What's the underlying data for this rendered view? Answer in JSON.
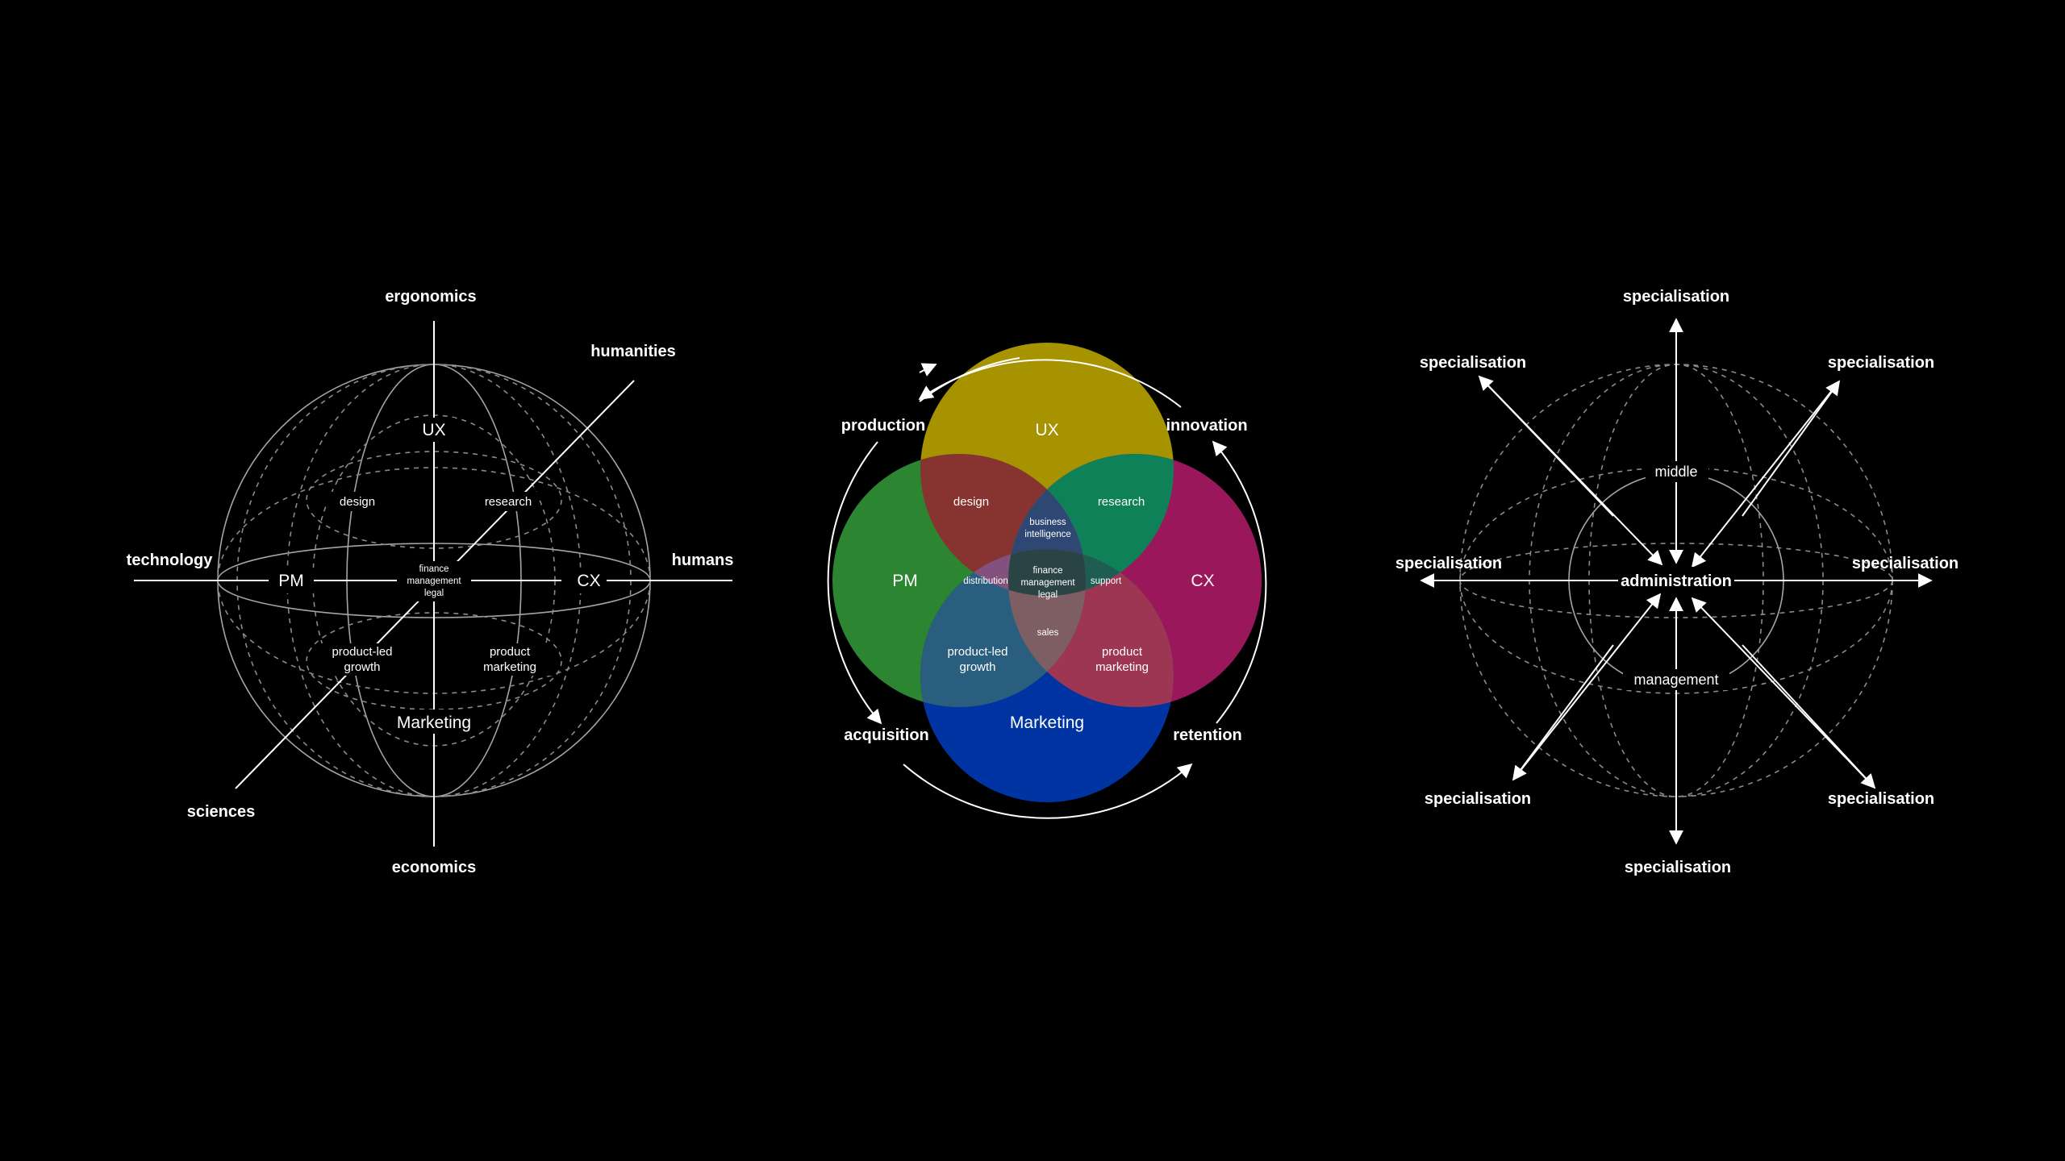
{
  "sphere": {
    "axes": {
      "top": "ergonomics",
      "bottom": "economics",
      "left": "technology",
      "right": "humans",
      "diag_top_right": "humanities",
      "diag_bottom_left": "sciences"
    },
    "regions": {
      "ux": "UX",
      "pm": "PM",
      "cx": "CX",
      "marketing": "Marketing",
      "design": "design",
      "research": "research",
      "plg_1": "product-led",
      "plg_2": "growth",
      "pmk_1": "product",
      "pmk_2": "marketing",
      "core_1": "finance",
      "core_2": "management",
      "core_3": "legal"
    }
  },
  "venn": {
    "circles": {
      "ux": "UX",
      "pm": "PM",
      "cx": "CX",
      "marketing": "Marketing"
    },
    "colors": {
      "ux": "#a79200",
      "pm": "#2c8531",
      "cx": "#9b175b",
      "marketing": "#0034a3"
    },
    "overlaps": {
      "design": "design",
      "research": "research",
      "plg_1": "product-led",
      "plg_2": "growth",
      "pmk_1": "product",
      "pmk_2": "marketing",
      "bi_1": "business",
      "bi_2": "intelligence",
      "distribution": "distribution",
      "support": "support",
      "sales": "sales",
      "core_1": "finance",
      "core_2": "management",
      "core_3": "legal"
    },
    "cycle": {
      "top_left": "production",
      "top_right": "innovation",
      "bottom_left": "acquisition",
      "bottom_right": "retention"
    }
  },
  "org": {
    "center": "administration",
    "middle": "middle",
    "management": "management",
    "spokes": {
      "top": "specialisation",
      "top_left": "specialisation",
      "top_right": "specialisation",
      "left": "specialisation",
      "right": "specialisation",
      "bottom_left": "specialisation",
      "bottom_right": "specialisation",
      "bottom": "specialisation"
    }
  }
}
